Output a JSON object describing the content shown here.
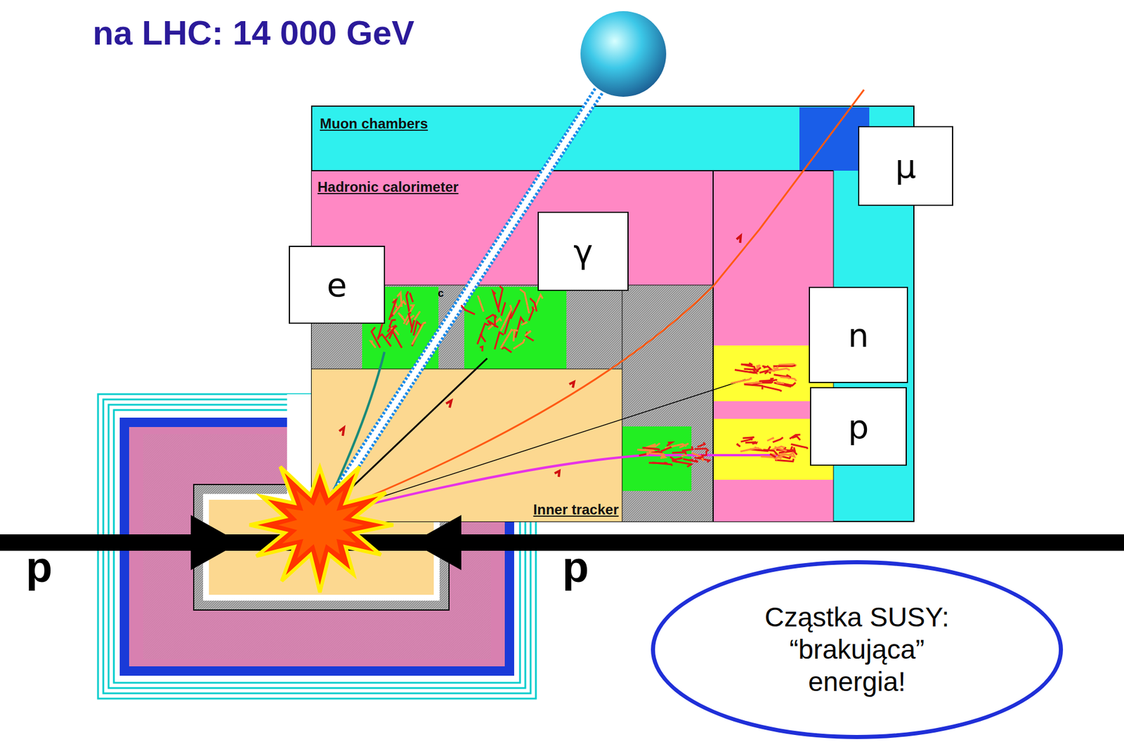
{
  "diagram": {
    "title": "na LHC: 14 000 GeV",
    "nodes": [
      {
        "text": [
          "Muon chambers"
        ]
      },
      {
        "text": [
          "Hadronic calorimeter"
        ]
      },
      {
        "text": [
          "Inner tracker"
        ]
      },
      {
        "text": [
          "e"
        ]
      },
      {
        "text": [
          "γ"
        ]
      },
      {
        "text": [
          "μ"
        ]
      },
      {
        "text": [
          "n"
        ]
      },
      {
        "text": [
          "p"
        ]
      },
      {
        "text": [
          "Cząstka SUSY: “brakująca” energia!"
        ]
      }
    ],
    "labels": [
      "c",
      "p",
      "p"
    ]
  }
}
